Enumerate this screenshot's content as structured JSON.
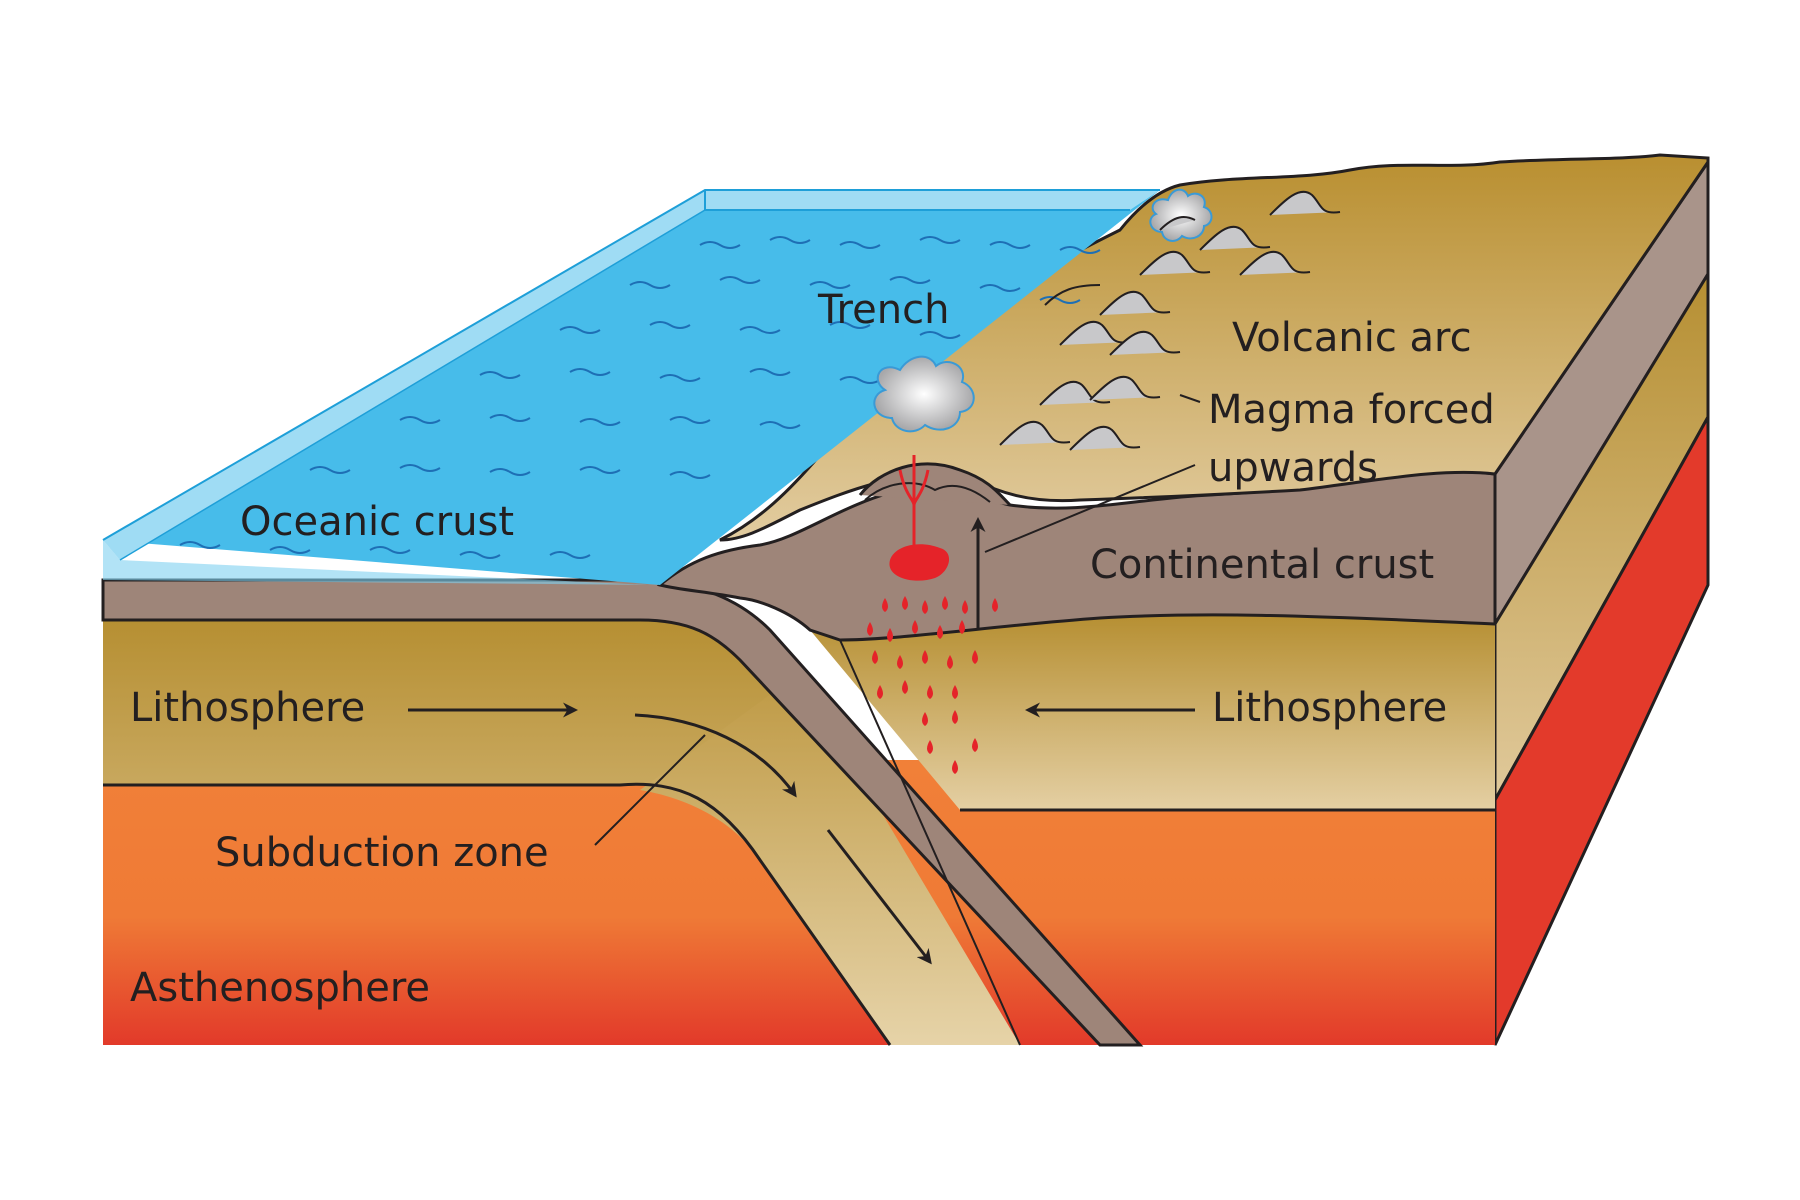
{
  "labels": {
    "trench": "Trench",
    "volcanic_arc": "Volcanic arc",
    "magma_line1": "Magma forced",
    "magma_line2": "upwards",
    "oceanic_crust": "Oceanic crust",
    "continental_crust": "Continental crust",
    "lithosphere_left": "Lithosphere",
    "lithosphere_right": "Lithosphere",
    "subduction_zone": "Subduction zone",
    "asthenosphere": "Asthenosphere"
  },
  "colors": {
    "ocean": "#47bcea",
    "ocean_edge": "#9fdcf4",
    "crust": "#9e8579",
    "lithosphere_dark": "#b68f32",
    "lithosphere_light": "#e4cfa3",
    "asthenosphere_top": "#f18038",
    "asthenosphere_bottom": "#e23a2a",
    "side_red": "#e33a2b",
    "magma": "#e52329",
    "volcano_grey": "#c8c8ca",
    "outline": "#231f20"
  }
}
